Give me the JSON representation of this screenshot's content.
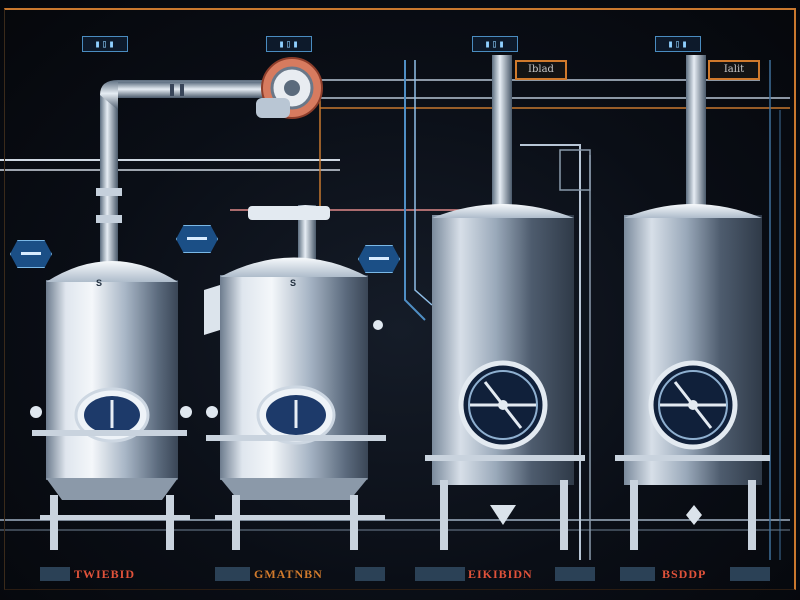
{
  "top_tags": [
    {
      "text": "▮▯▮"
    },
    {
      "text": "▮▯▮"
    },
    {
      "text": "▮▯▮"
    },
    {
      "text": "▮▯▮"
    }
  ],
  "callouts": [
    {
      "text": "Iblad"
    },
    {
      "text": "Ialit"
    }
  ],
  "tanks": [
    {
      "badge": "S"
    },
    {
      "badge": "S"
    }
  ],
  "bottom_labels": [
    {
      "text": "TWIEBID"
    },
    {
      "text": "GMATNBN"
    },
    {
      "text": "EIKIBIDN"
    },
    {
      "text": "BSDDP"
    }
  ],
  "colors": {
    "frame": "#c9782e",
    "accent_orange": "#d07a2c",
    "accent_red": "#e0523a",
    "accent_blue": "#4a8cc0",
    "steel_light": "#e8eef5",
    "steel_dark": "#5a6a7c"
  }
}
